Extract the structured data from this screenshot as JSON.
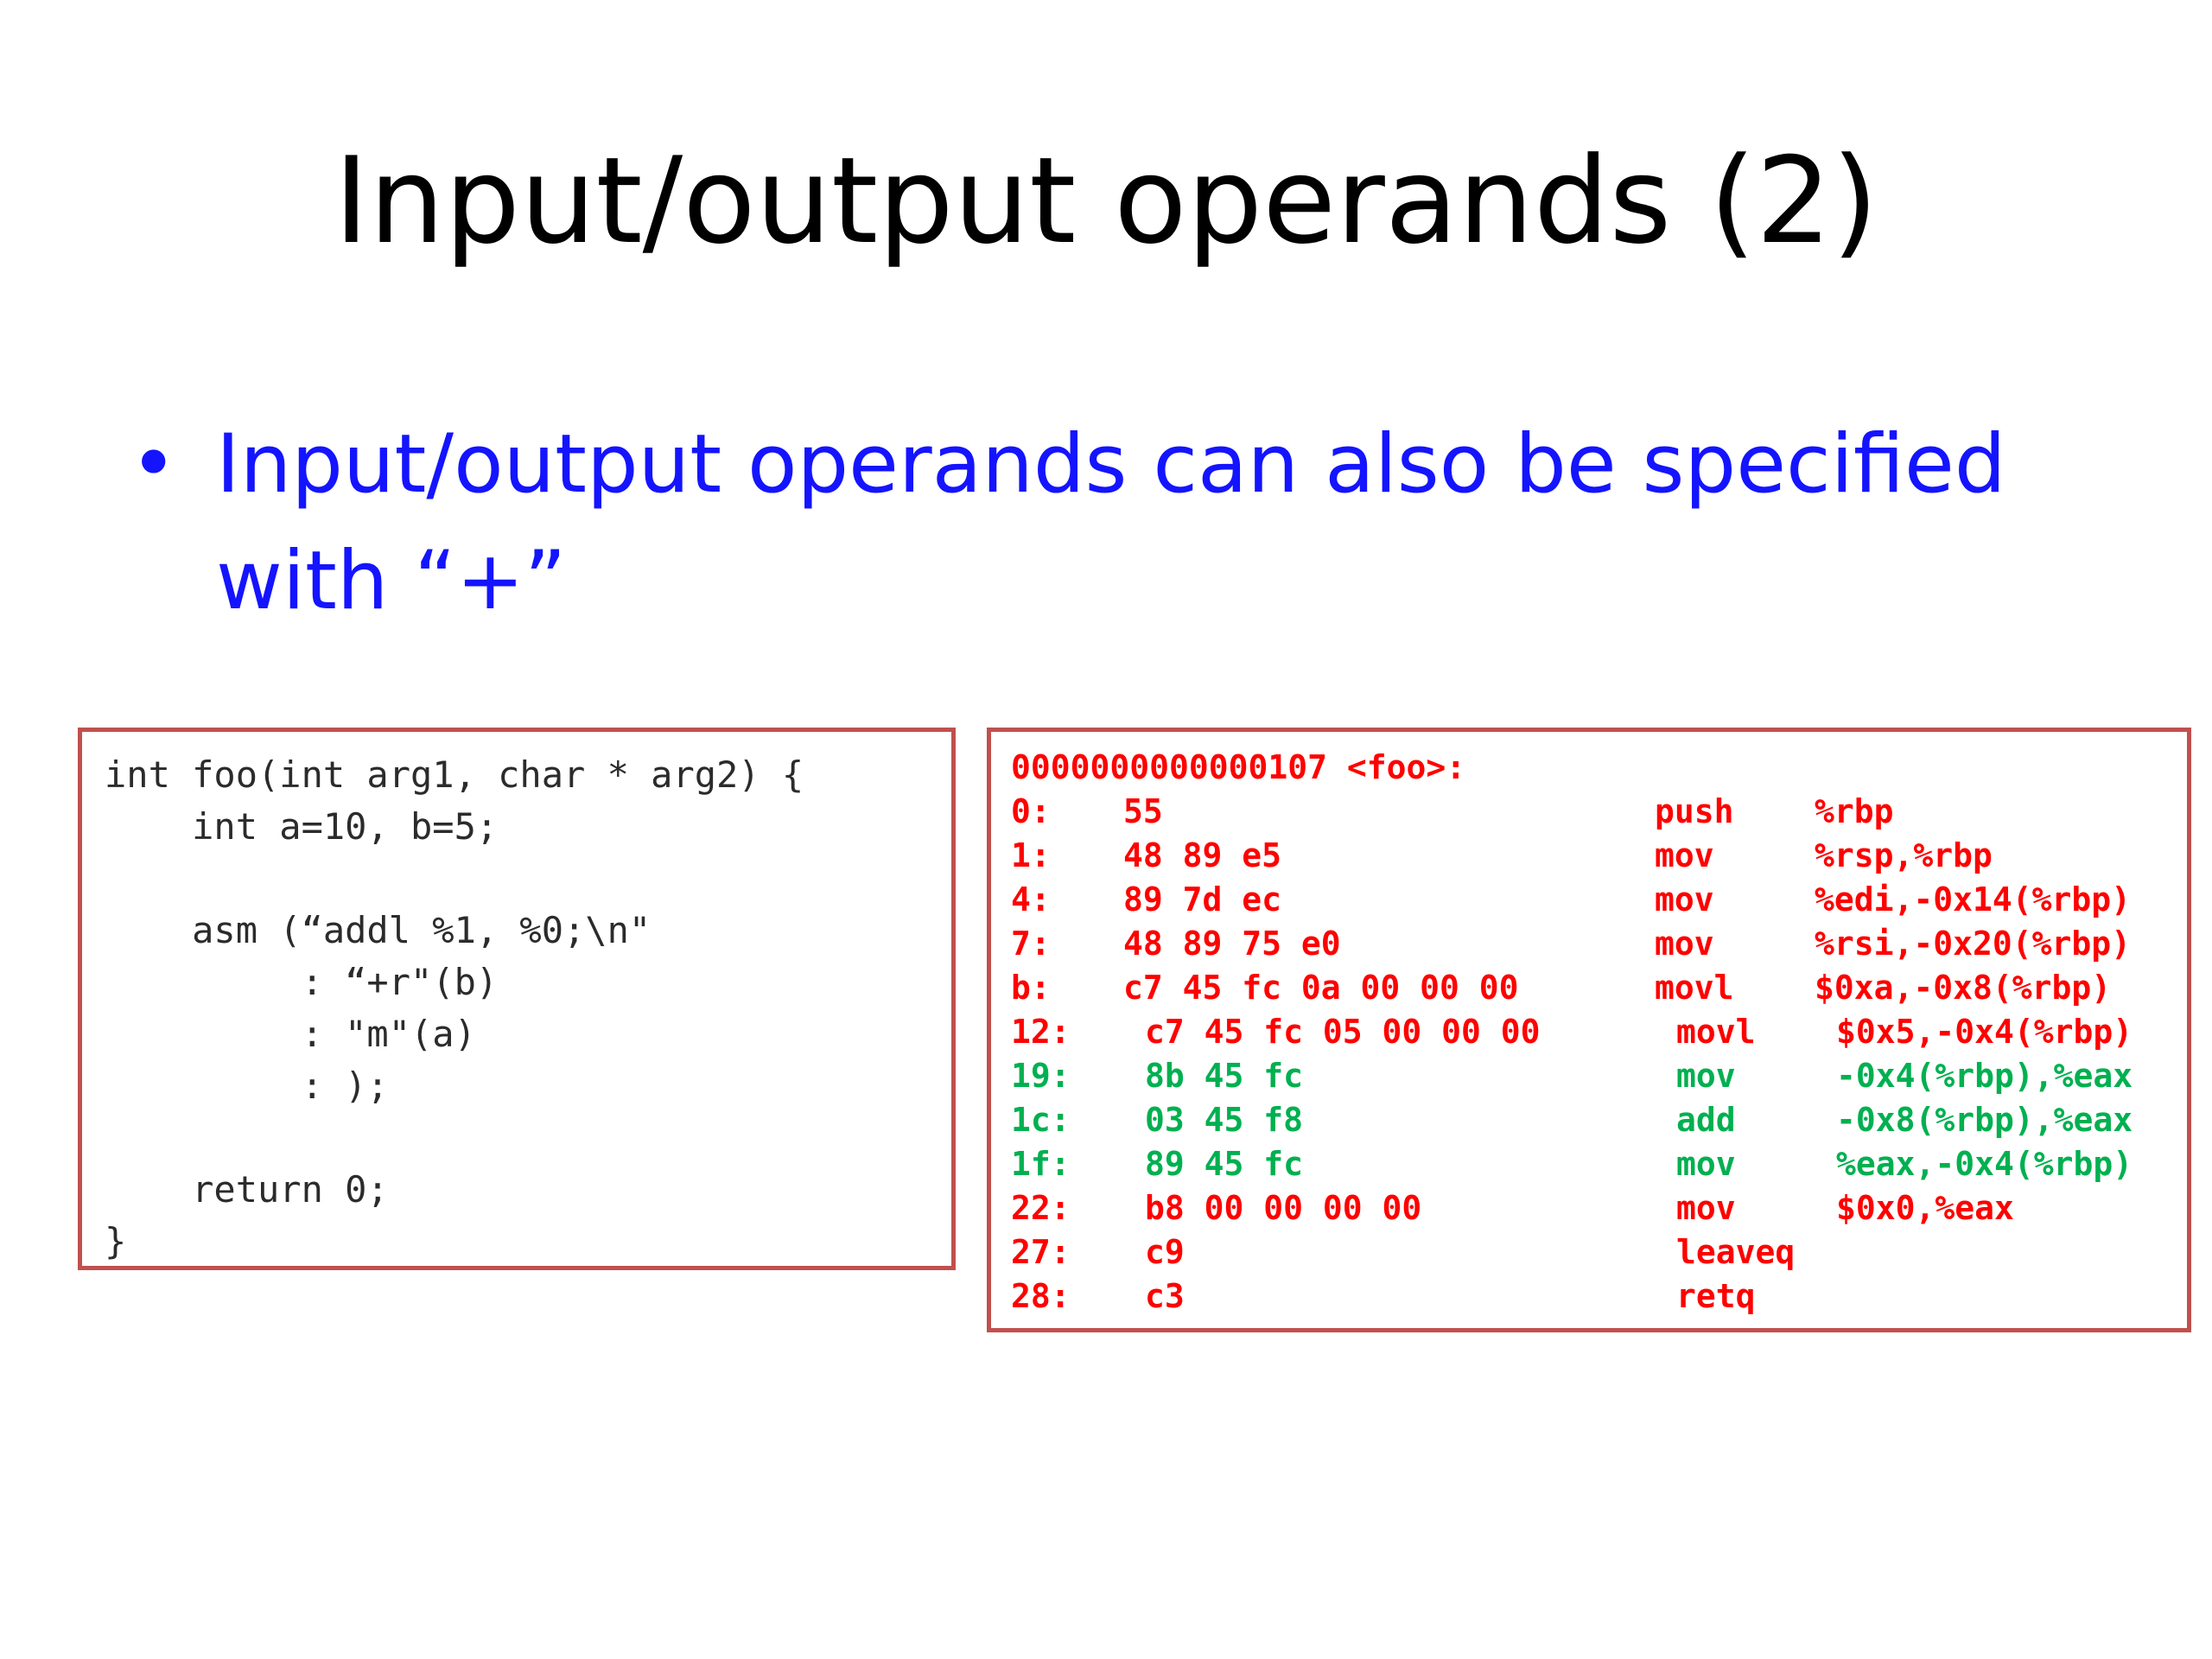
{
  "slide": {
    "title": "Input/output operands (2)",
    "bullet": {
      "marker": "•",
      "line1": "Input/output operands can also be specified",
      "line2": "with “+”"
    }
  },
  "colors": {
    "title": "#000000",
    "bullet": "#1414ff",
    "box_border": "#c0504d",
    "asm_red": "#ff0000",
    "asm_green": "#00b050",
    "code_text": "#2b2b2b"
  },
  "c_code": {
    "lines": [
      "int foo(int arg1, char * arg2) {",
      "    int a=10, b=5;",
      "",
      "    asm (“addl %1, %0;\\n\"",
      "         : “+r\"(b)",
      "         : \"m\"(a)",
      "         : );",
      "",
      "    return 0;",
      "}"
    ]
  },
  "disassembly": {
    "header": "0000000000000107 <foo>:",
    "rows": [
      {
        "addr": "0:",
        "bytes": "55",
        "mnemonic": "push",
        "operands": "%rbp",
        "color": "red",
        "indent": false
      },
      {
        "addr": "1:",
        "bytes": "48 89 e5",
        "mnemonic": "mov",
        "operands": "%rsp,%rbp",
        "color": "red",
        "indent": false
      },
      {
        "addr": "4:",
        "bytes": "89 7d ec",
        "mnemonic": "mov",
        "operands": "%edi,-0x14(%rbp)",
        "color": "red",
        "indent": false
      },
      {
        "addr": "7:",
        "bytes": "48 89 75 e0",
        "mnemonic": "mov",
        "operands": "%rsi,-0x20(%rbp)",
        "color": "red",
        "indent": false
      },
      {
        "addr": "b:",
        "bytes": "c7 45 fc 0a 00 00 00",
        "mnemonic": "movl",
        "operands": "$0xa,-0x8(%rbp)",
        "color": "red",
        "indent": false
      },
      {
        "addr": "12:",
        "bytes": "c7 45 fc 05 00 00 00",
        "mnemonic": "movl",
        "operands": "$0x5,-0x4(%rbp)",
        "color": "red",
        "indent": true
      },
      {
        "addr": "19:",
        "bytes": "8b 45 fc",
        "mnemonic": "mov",
        "operands": "-0x4(%rbp),%eax",
        "color": "green",
        "indent": true
      },
      {
        "addr": "1c:",
        "bytes": "03 45 f8",
        "mnemonic": "add",
        "operands": "-0x8(%rbp),%eax",
        "color": "green",
        "indent": true
      },
      {
        "addr": "1f:",
        "bytes": "89 45 fc",
        "mnemonic": "mov",
        "operands": "%eax,-0x4(%rbp)",
        "color": "green",
        "indent": true
      },
      {
        "addr": "22:",
        "bytes": "b8 00 00 00 00",
        "mnemonic": "mov",
        "operands": "$0x0,%eax",
        "color": "red",
        "indent": true
      },
      {
        "addr": "27:",
        "bytes": "c9",
        "mnemonic": "leaveq",
        "operands": "",
        "color": "red",
        "indent": true
      },
      {
        "addr": "28:",
        "bytes": "c3",
        "mnemonic": "retq",
        "operands": "",
        "color": "red",
        "indent": true
      }
    ]
  }
}
